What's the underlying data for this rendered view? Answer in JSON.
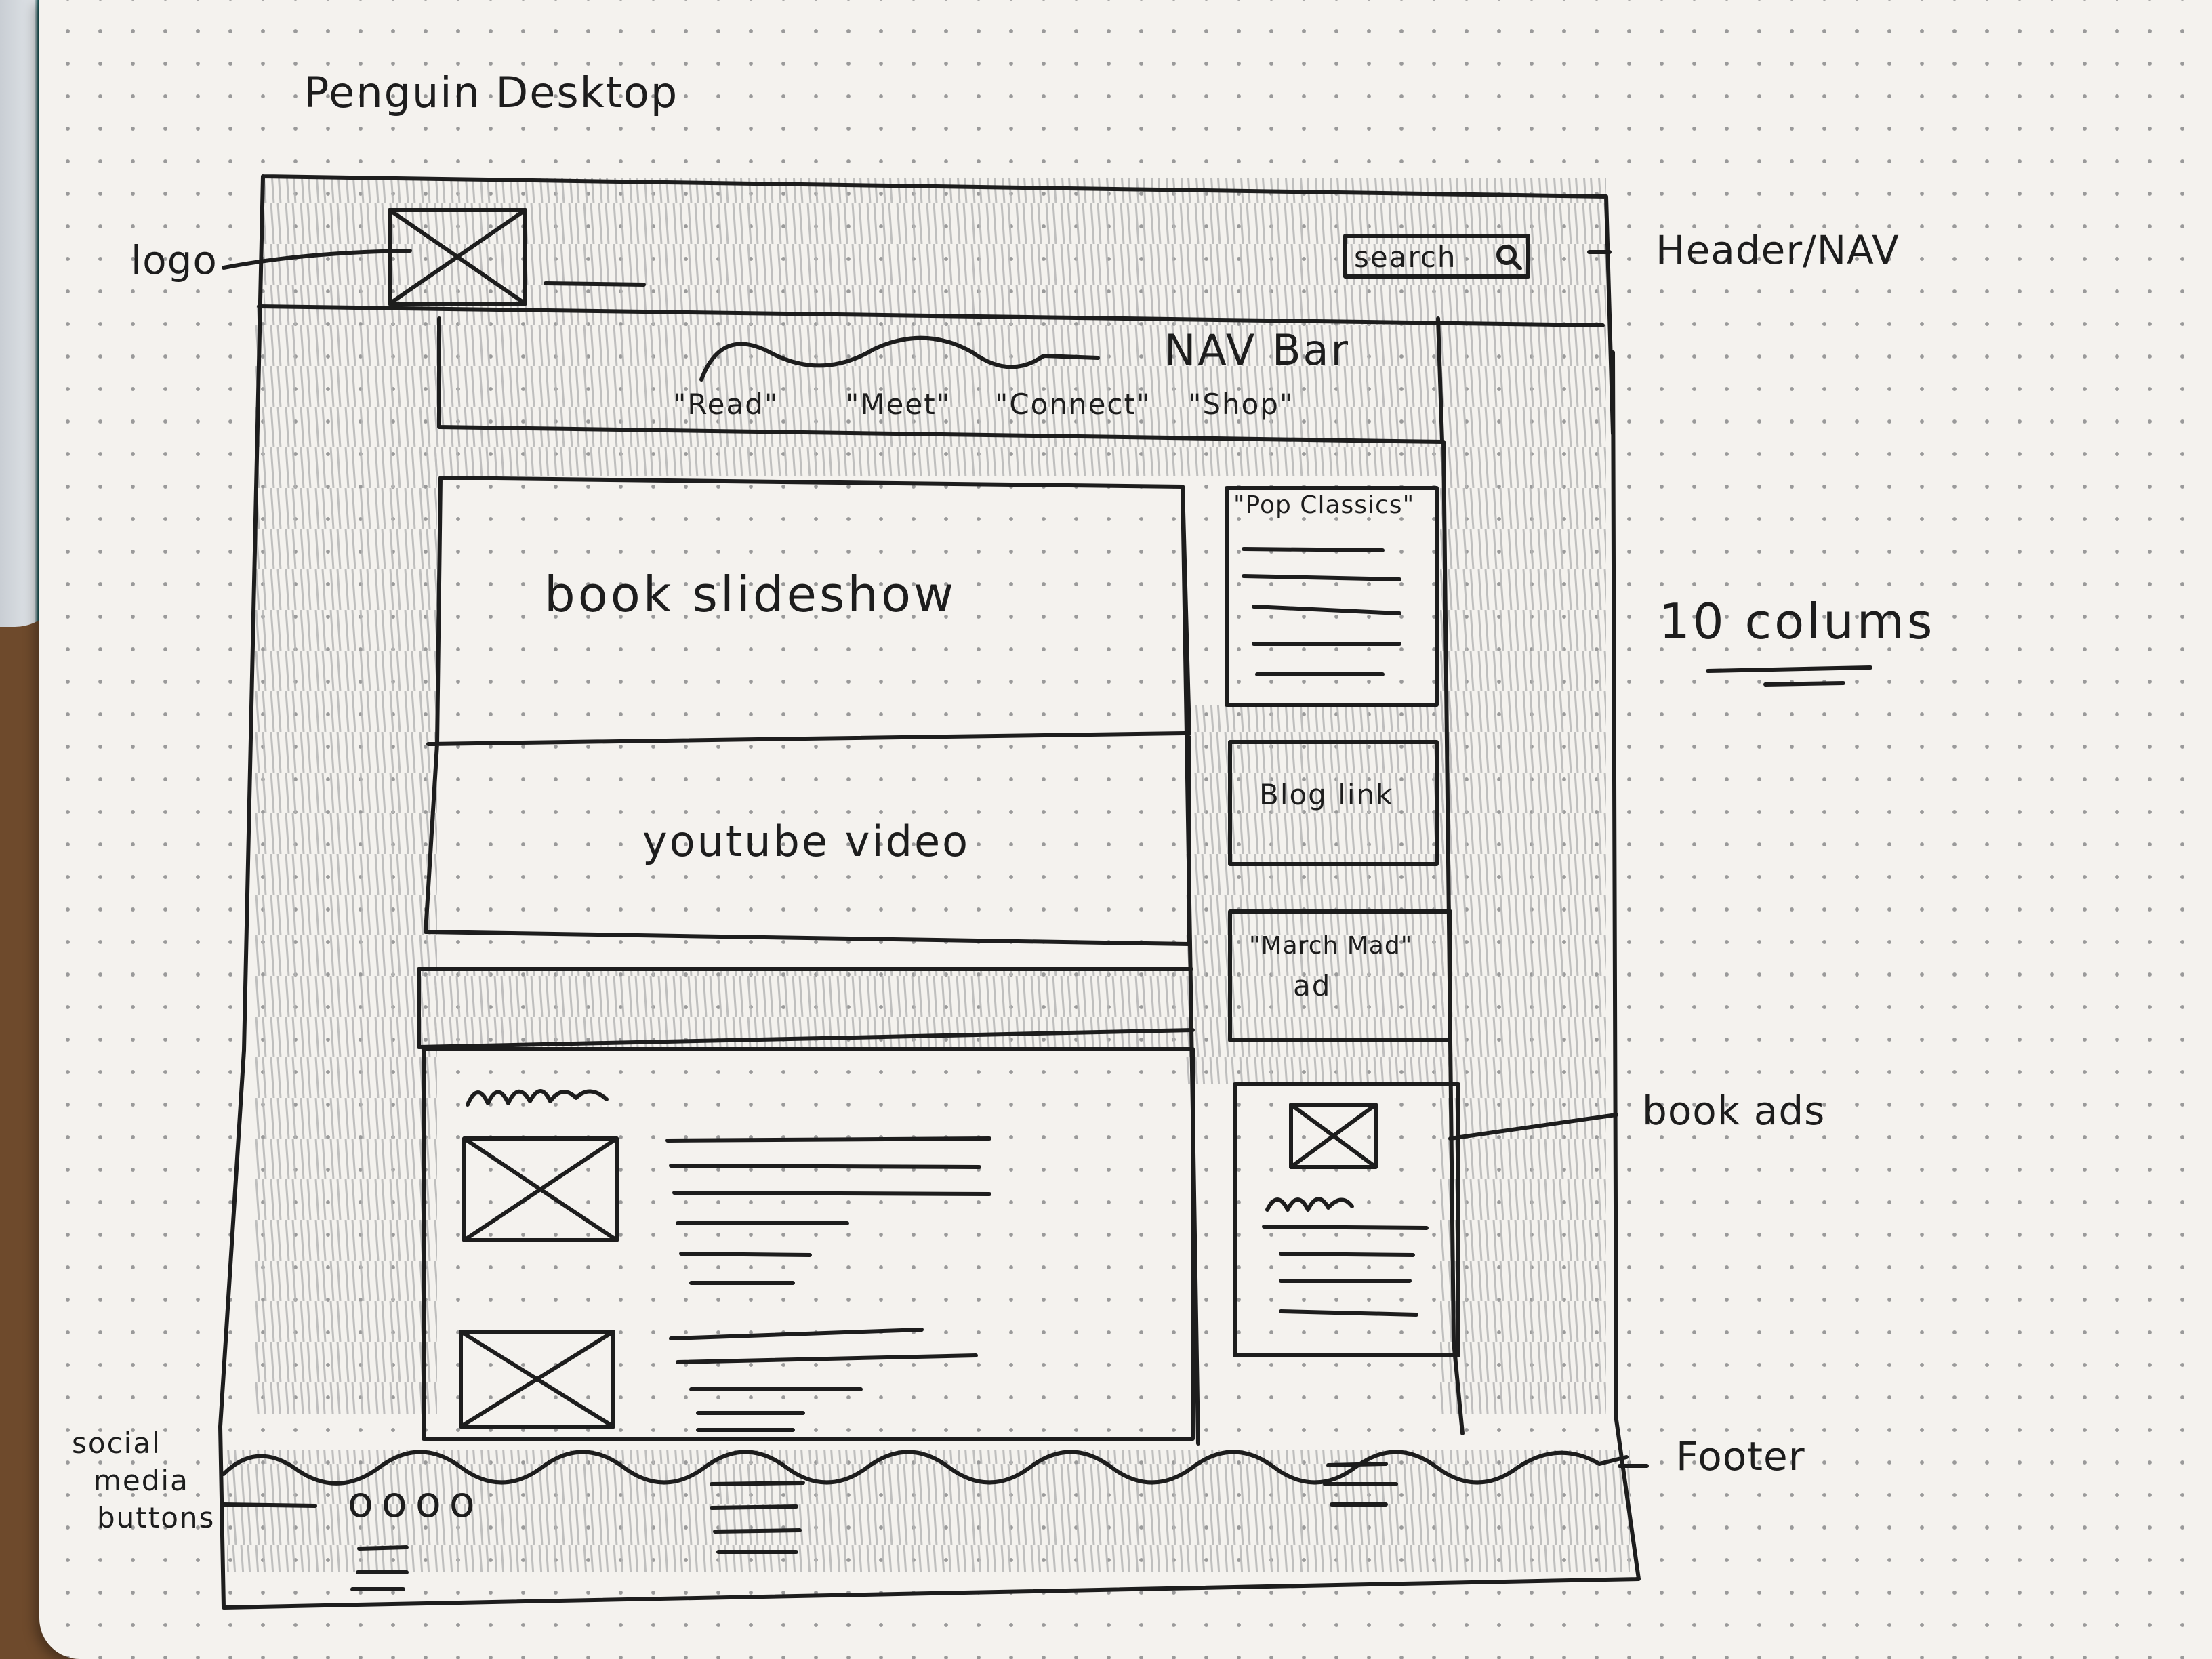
{
  "sketch": {
    "title": "Penguin Desktop",
    "annotations": {
      "logo": "logo",
      "header_nav": "Header/NAV",
      "columns": "10 colums",
      "book_ads": "book ads",
      "footer": "Footer",
      "social_media": [
        "social",
        "media",
        "buttons"
      ]
    },
    "header": {
      "search_label": "search",
      "search_icon": "magnifier-icon"
    },
    "nav_bar": {
      "label": "NAV Bar",
      "items": [
        "\"Read\"",
        "\"Meet\"",
        "\"Connect\"",
        "\"Shop\""
      ]
    },
    "main": {
      "slideshow_label": "book slideshow",
      "video_label": "youtube video"
    },
    "sidebar": {
      "pop_classics": "\"Pop Classics\"",
      "blog_link": "Blog link",
      "march_mad": "\"March Mad\"",
      "march_mad_ad": "ad"
    },
    "footer": {
      "social_buttons": "oooo"
    },
    "colors": {
      "ink": "#1d1d1d",
      "pencil": "#9a9a9a",
      "paper": "#f4f2ee",
      "desk": "#6e4a2c"
    }
  }
}
